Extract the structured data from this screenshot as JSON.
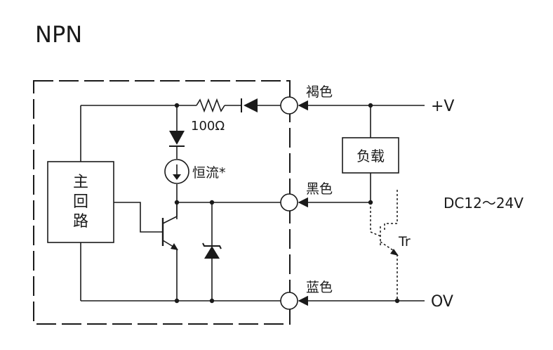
{
  "title": "NPN",
  "labels": {
    "resistor": "100Ω",
    "const_current": "恒流*",
    "main_circuit": [
      "主",
      "回",
      "路"
    ],
    "load": "负载",
    "transistor": "Tr",
    "supply": "DC12～24V"
  },
  "wires": [
    {
      "color_label": "褐色",
      "terminal": "+V"
    },
    {
      "color_label": "黑色",
      "terminal": ""
    },
    {
      "color_label": "蓝色",
      "terminal": "OV"
    }
  ],
  "colors": {
    "line": "#1a1a1a",
    "background": "#ffffff"
  }
}
